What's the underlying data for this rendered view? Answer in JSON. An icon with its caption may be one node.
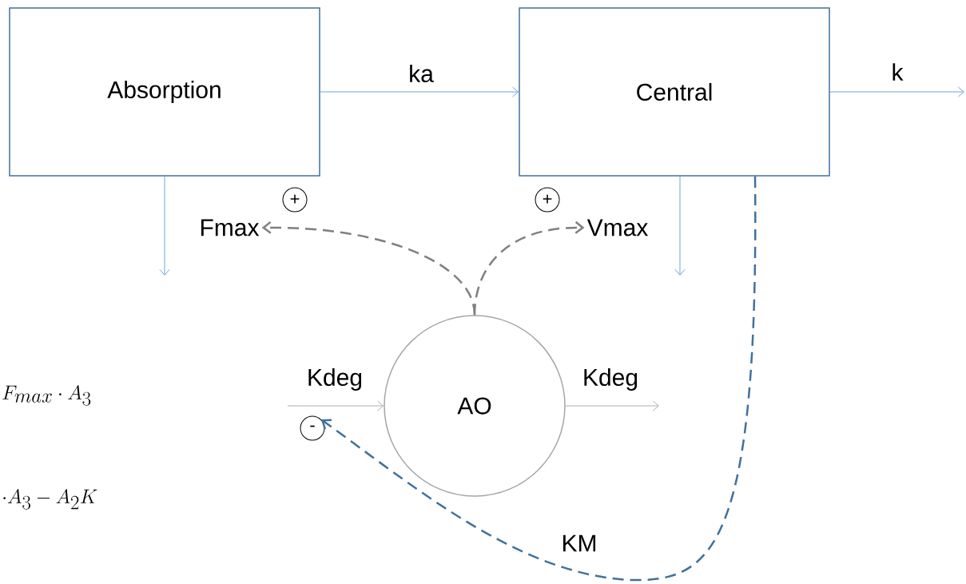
{
  "diagram": {
    "nodes": [
      {
        "text": [
          "Absorption"
        ]
      },
      {
        "text": [
          "Central"
        ]
      },
      {
        "text": [
          "+"
        ]
      },
      {
        "text": [
          "+"
        ]
      },
      {
        "text": [
          "Fmax"
        ]
      },
      {
        "text": [
          "Vmax"
        ]
      },
      {
        "text": [
          "AO"
        ]
      },
      {
        "text": [
          "-"
        ]
      }
    ],
    "edges": [
      {
        "from": 0,
        "to": 1,
        "arrow": "to",
        "label": "ka"
      },
      {
        "from": 1,
        "to": null,
        "arrow": "to",
        "label": "k"
      },
      {
        "from": 0,
        "to": null,
        "arrow": "to"
      },
      {
        "from": 1,
        "to": null,
        "arrow": "to"
      },
      {
        "from": 6,
        "to": 4,
        "arrow": "to",
        "style": "dashed",
        "color": "#7f7f7f"
      },
      {
        "from": 6,
        "to": 5,
        "arrow": "to",
        "style": "dashed",
        "color": "#7f7f7f"
      },
      {
        "from": null,
        "to": 6,
        "arrow": "to",
        "label": "Kdeg",
        "color": "#a6a6a6"
      },
      {
        "from": 6,
        "to": null,
        "arrow": "to",
        "label": "Kdeg",
        "color": "#a6a6a6"
      },
      {
        "from": 1,
        "to": 7,
        "arrow": "to",
        "label": "KM",
        "style": "dashed",
        "color": "#41719c"
      }
    ],
    "labels": [
      "F_{max} \\cdot A_3",
      "\\cdot A_3 - A_2K"
    ]
  }
}
